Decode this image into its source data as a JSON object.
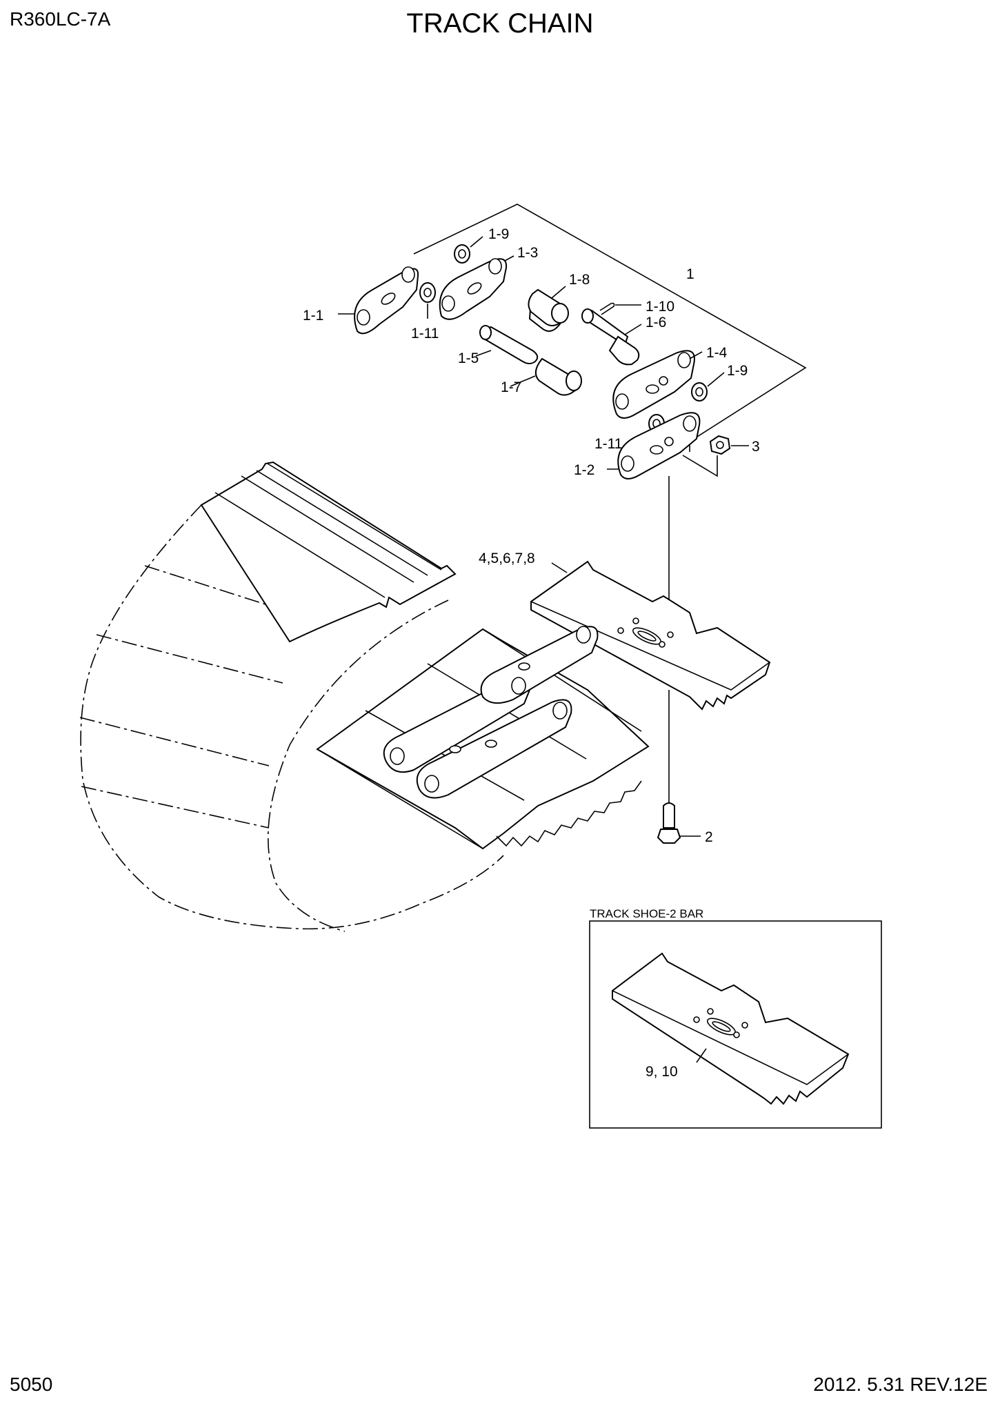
{
  "header": {
    "model": "R360LC-7A",
    "title": "TRACK CHAIN"
  },
  "footer": {
    "page_number": "5050",
    "revision": "2012. 5.31  REV.12E"
  },
  "callouts": {
    "c_1": "1",
    "c_1_1": "1-1",
    "c_1_2": "1-2",
    "c_1_3": "1-3",
    "c_1_4": "1-4",
    "c_1_5": "1-5",
    "c_1_6": "1-6",
    "c_1_7": "1-7",
    "c_1_8": "1-8",
    "c_1_9_top": "1-9",
    "c_1_9_right": "1-9",
    "c_1_10": "1-10",
    "c_1_11_left": "1-11",
    "c_1_11_lower": "1-11",
    "c_2": "2",
    "c_3": "3",
    "c_4_8": "4,5,6,7,8",
    "c_9_10": "9, 10"
  },
  "inset": {
    "title": "TRACK SHOE-2 BAR"
  }
}
